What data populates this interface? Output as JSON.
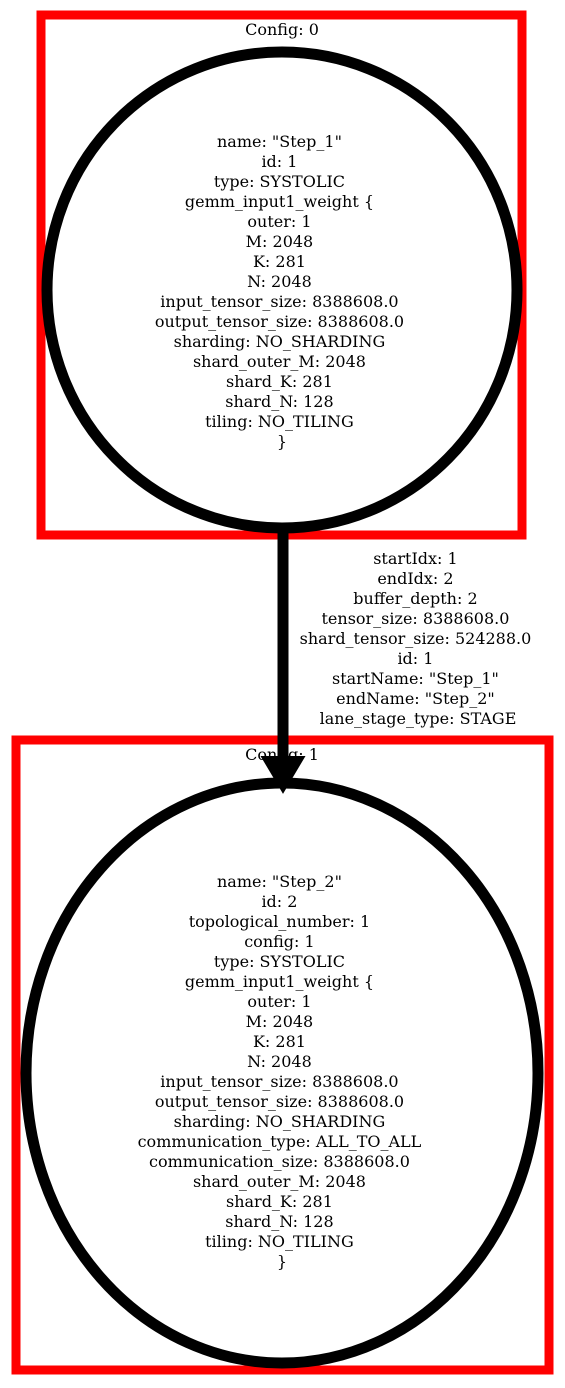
{
  "clusters": [
    {
      "label": "Config: 0"
    },
    {
      "label": "Config: 1"
    }
  ],
  "nodes": [
    {
      "lines": [
        "name: \"Step_1\"",
        "id: 1",
        "type: SYSTOLIC",
        "gemm_input1_weight {",
        "outer: 1",
        "M: 2048",
        "K: 281",
        "N: 2048",
        "input_tensor_size: 8388608.0",
        "output_tensor_size: 8388608.0",
        "sharding: NO_SHARDING",
        "shard_outer_M: 2048",
        "shard_K: 281",
        "shard_N: 128",
        "tiling: NO_TILING",
        "}"
      ]
    },
    {
      "lines": [
        "name: \"Step_2\"",
        "id: 2",
        "topological_number: 1",
        "config: 1",
        "type: SYSTOLIC",
        "gemm_input1_weight {",
        "outer: 1",
        "M: 2048",
        "K: 281",
        "N: 2048",
        "input_tensor_size: 8388608.0",
        "output_tensor_size: 8388608.0",
        "sharding: NO_SHARDING",
        "communication_type: ALL_TO_ALL",
        "communication_size: 8388608.0",
        "shard_outer_M: 2048",
        "shard_K: 281",
        "shard_N: 128",
        "tiling: NO_TILING",
        "}"
      ]
    }
  ],
  "edge": {
    "lines": [
      "startIdx: 1",
      "endIdx: 2",
      "buffer_depth: 2",
      "tensor_size: 8388608.0",
      "shard_tensor_size: 524288.0",
      "id: 1",
      "startName: \"Step_1\"",
      "endName: \"Step_2\"",
      "lane_stage_type: STAGE"
    ]
  },
  "colors": {
    "cluster_border": "#ff0000",
    "node_border": "#000000",
    "edge": "#000000"
  }
}
